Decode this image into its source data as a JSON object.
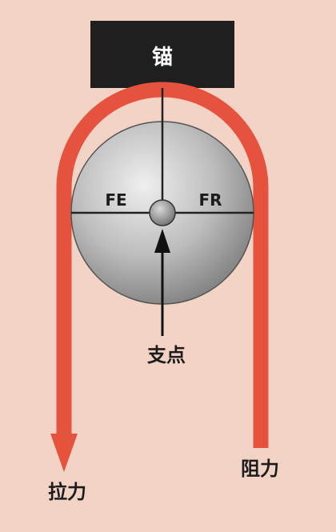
{
  "diagram": {
    "anchor_label": "锚",
    "effort_arm_label": "FE",
    "resistance_arm_label": "FR",
    "fulcrum_label": "支点",
    "pull_label": "拉力",
    "resistance_label": "阻力",
    "colors": {
      "background": "#f3d3c6",
      "rope": "#e5533f",
      "anchor": "#1f1f1f",
      "wheel": "#b9b9b9",
      "line": "#222222"
    }
  }
}
